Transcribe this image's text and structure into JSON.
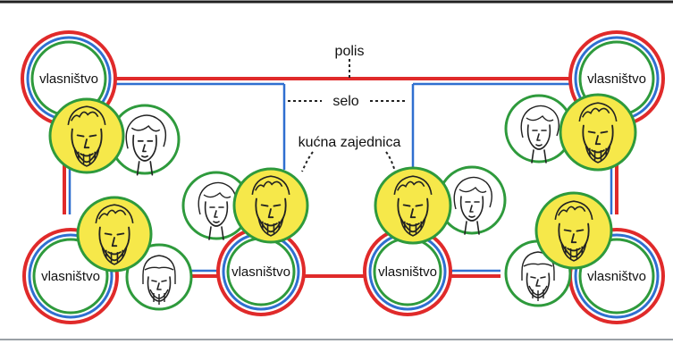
{
  "labels": {
    "polis": "polis",
    "selo": "selo",
    "kucna_zajednica": "kućna zajednica"
  },
  "households": [
    {
      "name": "top-left",
      "property_label": "vlasništvo"
    },
    {
      "name": "bottom-left",
      "property_label": "vlasništvo"
    },
    {
      "name": "center-left",
      "property_label": "vlasništvo"
    },
    {
      "name": "center-right",
      "property_label": "vlasništvo"
    },
    {
      "name": "top-right",
      "property_label": "vlasništvo"
    },
    {
      "name": "bottom-right",
      "property_label": "vlasništvo"
    }
  ],
  "colors": {
    "polis_line": "#e02a2a",
    "selo_line": "#2f6fd0",
    "property_ring": "#2e9a3c",
    "man_fill": "#f6e84a",
    "woman_fill": "#ffffff",
    "text": "#111111"
  },
  "icons": {
    "man": "bearded-man-portrait",
    "woman": "woman-portrait",
    "elder": "elderly-person-portrait"
  }
}
